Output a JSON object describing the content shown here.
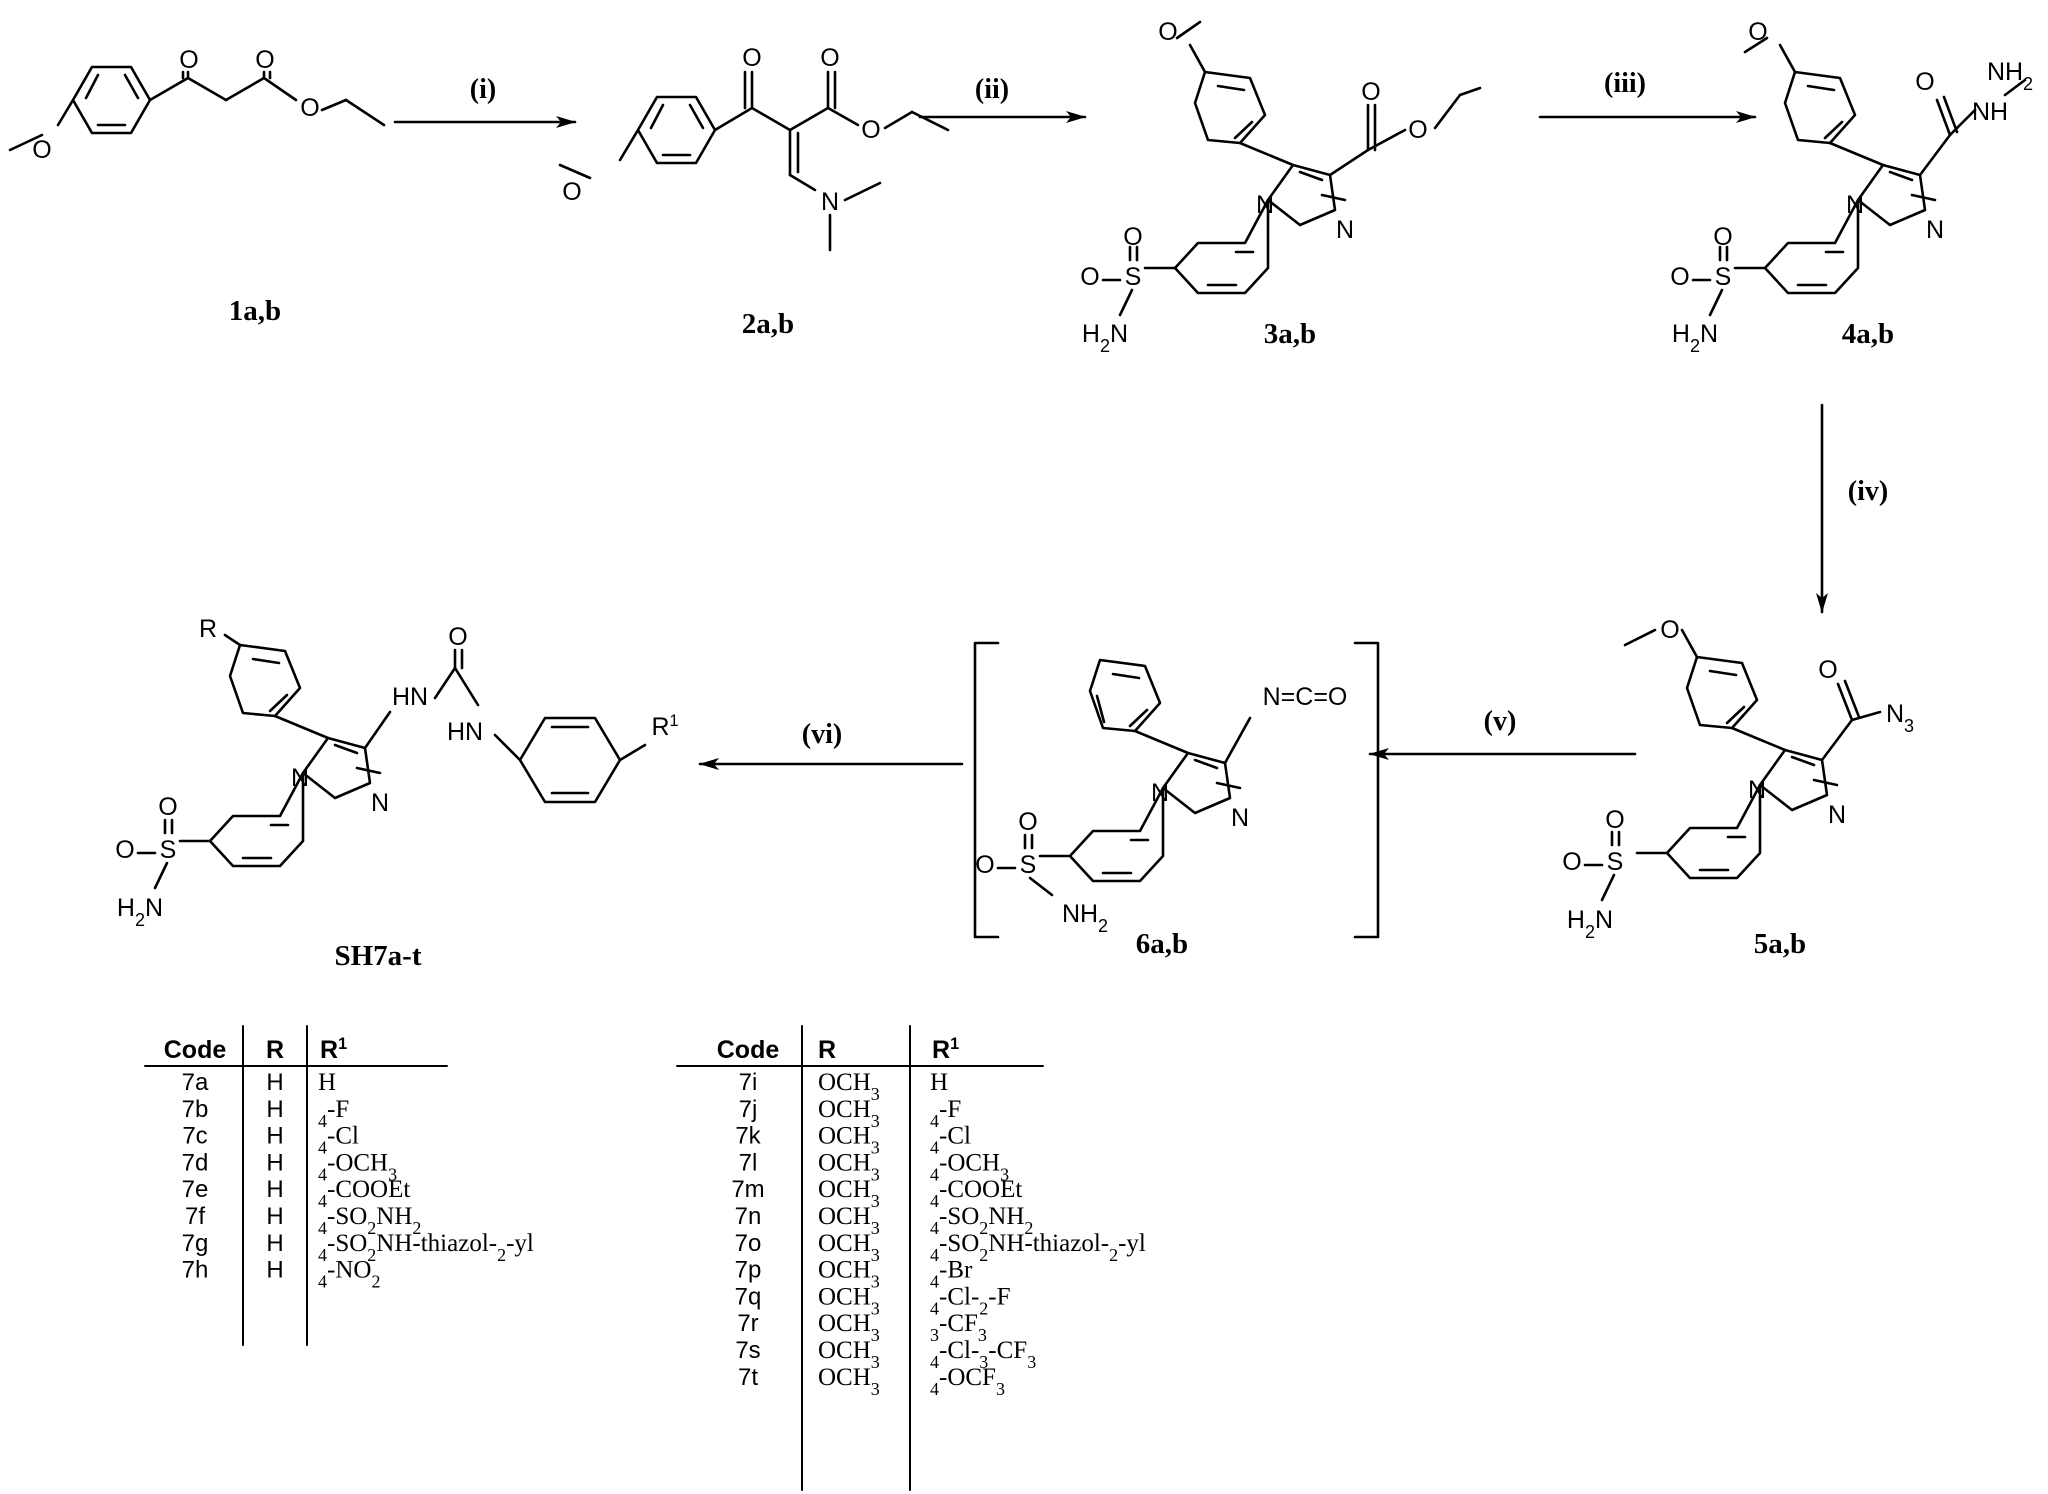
{
  "compounds": {
    "c1": "1a,b",
    "c2": "2a,b",
    "c3": "3a,b",
    "c4": "4a,b",
    "c5": "5a,b",
    "c6": "6a,b",
    "c7": "SH7a-t"
  },
  "steps": {
    "s1": "(i)",
    "s2": "(ii)",
    "s3": "(iii)",
    "s4": "(iv)",
    "s5": "(v)",
    "s6": "(vi)"
  },
  "atoms": {
    "O": "O",
    "N": "N",
    "S": "S",
    "H2N": "H2N",
    "NH2": "NH2",
    "NH": "NH",
    "HN": "HN",
    "N3": "N3",
    "NCO": "N=C=O",
    "R": "R",
    "R1": "R1"
  },
  "tables": {
    "headers": {
      "code": "Code",
      "r": "R",
      "r1": "R1"
    },
    "left": [
      {
        "code": "7a",
        "r": "H",
        "r1": "H"
      },
      {
        "code": "7b",
        "r": "H",
        "r1": "4-F"
      },
      {
        "code": "7c",
        "r": "H",
        "r1": "4-Cl"
      },
      {
        "code": "7d",
        "r": "H",
        "r1": "4-OCH3"
      },
      {
        "code": "7e",
        "r": "H",
        "r1": "4-COOEt"
      },
      {
        "code": "7f",
        "r": "H",
        "r1": "4-SO2NH2"
      },
      {
        "code": "7g",
        "r": "H",
        "r1": "4-SO2NH-thiazol-2-yl"
      },
      {
        "code": "7h",
        "r": "H",
        "r1": "4-NO2"
      }
    ],
    "right": [
      {
        "code": "7i",
        "r": "OCH3",
        "r1": "H"
      },
      {
        "code": "7j",
        "r": "OCH3",
        "r1": "4-F"
      },
      {
        "code": "7k",
        "r": "OCH3",
        "r1": "4-Cl"
      },
      {
        "code": "7l",
        "r": "OCH3",
        "r1": "4-OCH3"
      },
      {
        "code": "7m",
        "r": "OCH3",
        "r1": "4-COOEt"
      },
      {
        "code": "7n",
        "r": "OCH3",
        "r1": "4-SO2NH2"
      },
      {
        "code": "7o",
        "r": "OCH3",
        "r1": "4-SO2NH-thiazol-2-yl"
      },
      {
        "code": "7p",
        "r": "OCH3",
        "r1": "4-Br"
      },
      {
        "code": "7q",
        "r": "OCH3",
        "r1": "4-Cl-2-F"
      },
      {
        "code": "7r",
        "r": "OCH3",
        "r1": "3-CF3"
      },
      {
        "code": "7s",
        "r": "OCH3",
        "r1": "4-Cl-3-CF3"
      },
      {
        "code": "7t",
        "r": "OCH3",
        "r1": "4-OCF3"
      }
    ]
  }
}
